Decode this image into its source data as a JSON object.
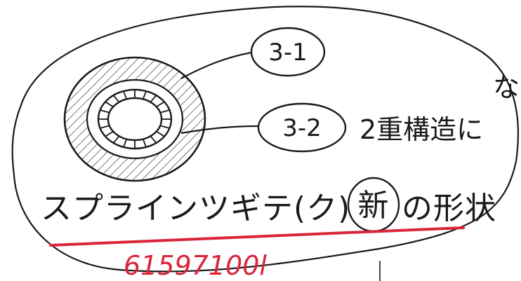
{
  "labels": {
    "outer_part": "3-1",
    "inner_part": "3-2"
  },
  "annotation": {
    "line1": "な",
    "line2": "2重構造に"
  },
  "title": {
    "before": "スプラインツギテ(ク)",
    "circled": "新",
    "after": "の形状"
  },
  "serial_number": "61597100l",
  "colors": {
    "ink": "#1a1a1a",
    "underline": "#d9263a",
    "serial": "#d9263a"
  }
}
